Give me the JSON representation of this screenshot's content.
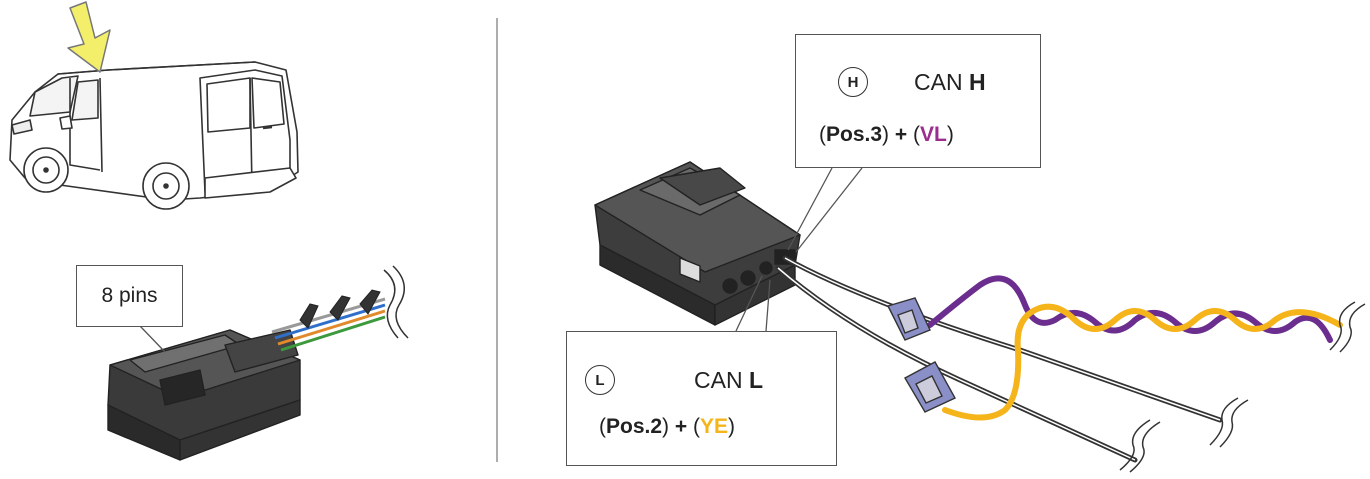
{
  "connector_8pin": {
    "label": "8 pins"
  },
  "can_h": {
    "badge": "H",
    "can_prefix": "CAN ",
    "can_letter": "H",
    "pos_open": "(",
    "pos": "Pos.3",
    "pos_close": ")",
    "plus": "+",
    "color_open": "(",
    "color_code": "VL",
    "color_close": ")",
    "color_hex": "#9b2d8f"
  },
  "can_l": {
    "badge": "L",
    "can_prefix": "CAN ",
    "can_letter": "L",
    "pos_open": "(",
    "pos": "Pos.2",
    "pos_close": ")",
    "plus": "+",
    "color_open": "(",
    "color_code": "YE",
    "color_close": ")",
    "color_hex": "#f4b41a"
  },
  "colors": {
    "arrow_fill": "#f3ef6a",
    "connector_dark": "#3a3a3a",
    "clip_blue": "#8a8fc8",
    "wire_purple": "#6b2d8e",
    "wire_yellow": "#f4b41a"
  }
}
